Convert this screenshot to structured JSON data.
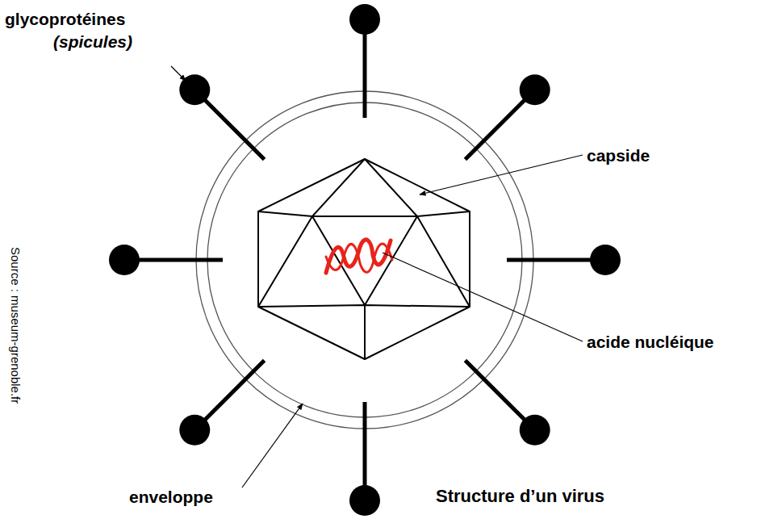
{
  "diagram": {
    "title": "Structure d’un virus",
    "labels": [
      "glycoprotéines",
      "(spicules)",
      "capside",
      "acide nucléique",
      "enveloppe",
      "Source : museum-grenoble.fr"
    ]
  }
}
